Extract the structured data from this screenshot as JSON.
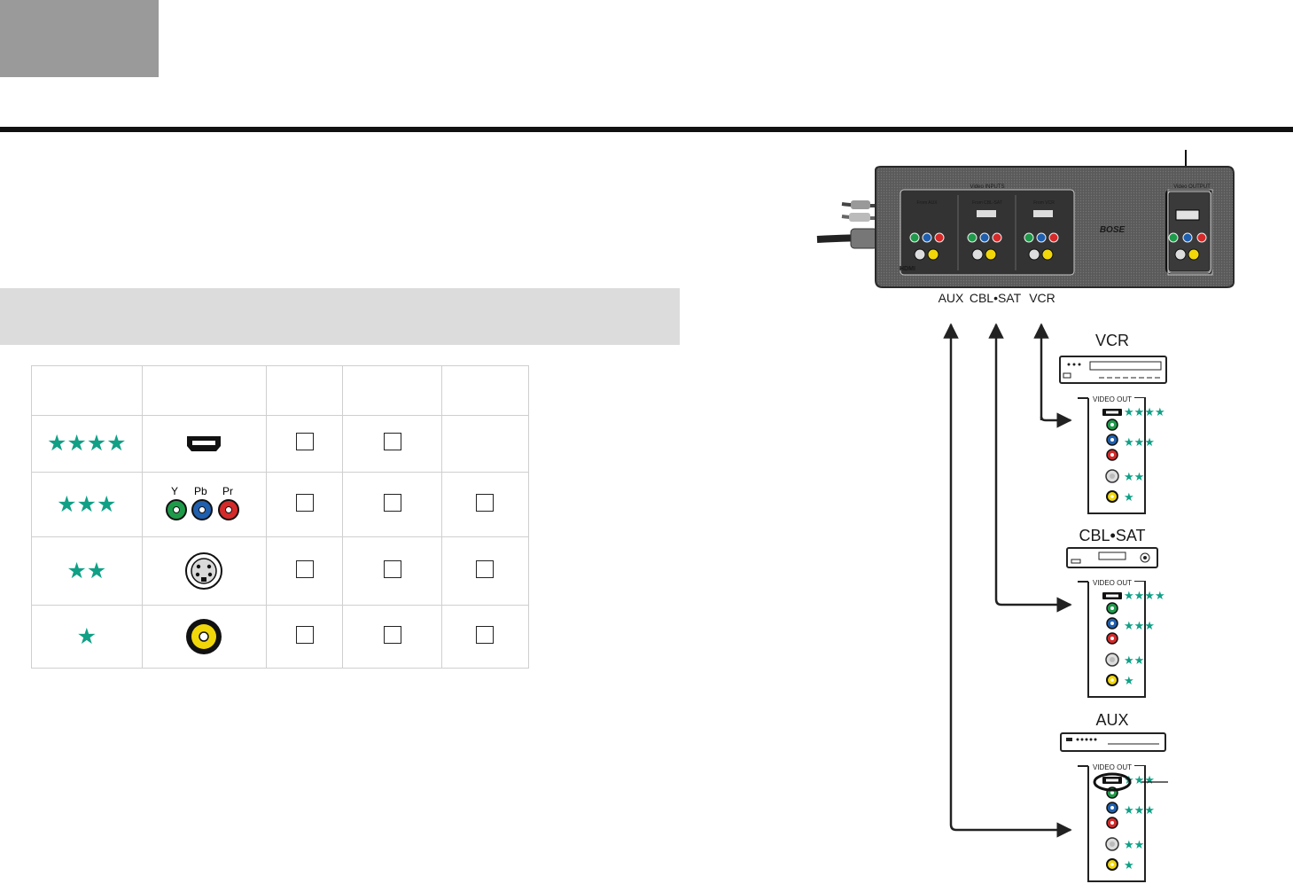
{
  "table": {
    "rows": [
      {
        "stars": "★★★★",
        "icon": "hdmi-port-icon",
        "checks": [
          true,
          true,
          false
        ]
      },
      {
        "stars": "★★★",
        "icon": "component-ports-icon",
        "checks": [
          true,
          true,
          true
        ],
        "component_labels": [
          "Y",
          "Pb",
          "Pr"
        ]
      },
      {
        "stars": "★★",
        "icon": "s-video-port-icon",
        "checks": [
          true,
          true,
          true
        ]
      },
      {
        "stars": "★",
        "icon": "composite-port-icon",
        "checks": [
          true,
          true,
          true
        ]
      }
    ]
  },
  "diagram": {
    "inputs": [
      "AUX",
      "CBL•SAT",
      "VCR"
    ],
    "devices": [
      {
        "name": "VCR",
        "panel_label": "VIDEO OUT",
        "ratings": [
          "★★★★",
          "★★★",
          "★★",
          "★"
        ]
      },
      {
        "name": "CBL•SAT",
        "panel_label": "VIDEO OUT",
        "ratings": [
          "★★★★",
          "★★★",
          "★★",
          "★"
        ]
      },
      {
        "name": "AUX",
        "panel_label": "VIDEO OUT",
        "ratings": [
          "★★★",
          "★★★",
          "★★",
          "★"
        ]
      }
    ],
    "console": {
      "inputs_title": "Video INPUTS",
      "output_title": "Video OUTPUT",
      "sections": [
        "From AUX",
        "From CBL-SAT",
        "From VCR"
      ],
      "brand": "BOSE",
      "hdmi_badge": "HDMI"
    }
  },
  "colors": {
    "star": "#10a086",
    "green": "#1f9a4a",
    "blue": "#1f5fae",
    "red": "#d42a2a",
    "yellow": "#f1d70a"
  }
}
